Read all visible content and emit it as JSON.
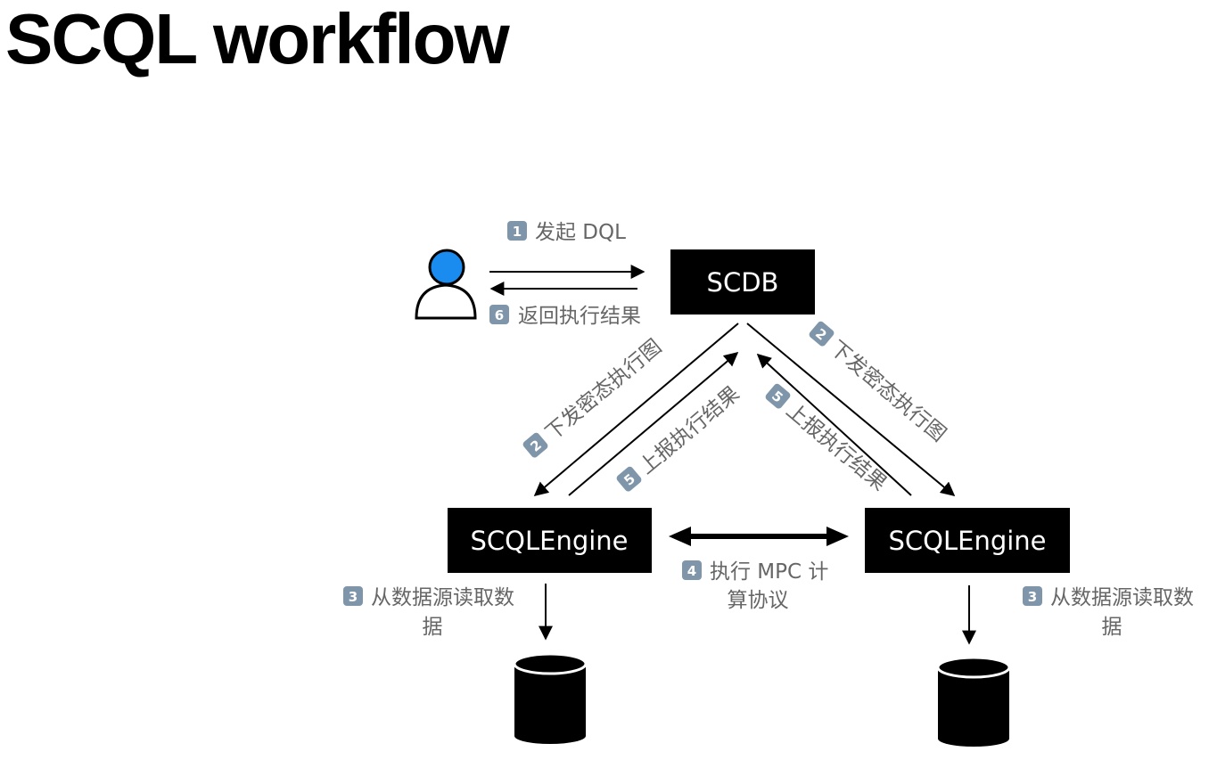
{
  "page": {
    "title": "SCQL workflow"
  },
  "nodes": {
    "scdb": "SCDB",
    "engine_left": "SCQLEngine",
    "engine_right": "SCQLEngine"
  },
  "steps": {
    "s1": {
      "num": "1",
      "text": "发起 DQL"
    },
    "s6": {
      "num": "6",
      "text": "返回执行结果"
    },
    "s2_left": {
      "num": "2",
      "text": "下发密态执行图"
    },
    "s5_left": {
      "num": "5",
      "text": "上报执行结果"
    },
    "s2_right": {
      "num": "2",
      "text": "下发密态执行图"
    },
    "s5_right": {
      "num": "5",
      "text": "上报执行结果"
    },
    "s4": {
      "num": "4",
      "text_line1": "执行 MPC 计",
      "text_line2": "算协议"
    },
    "s3_left": {
      "num": "3",
      "text_line1": "从数据源读取数",
      "text_line2": "据"
    },
    "s3_right": {
      "num": "3",
      "text_line1": "从数据源读取数",
      "text_line2": "据"
    }
  },
  "icons": {
    "user": "user-icon",
    "database": "database-icon"
  },
  "colors": {
    "user_head": "#1a8cf0",
    "badge": "#7f95aa",
    "step_text": "#666666",
    "node_fill": "#000000"
  }
}
